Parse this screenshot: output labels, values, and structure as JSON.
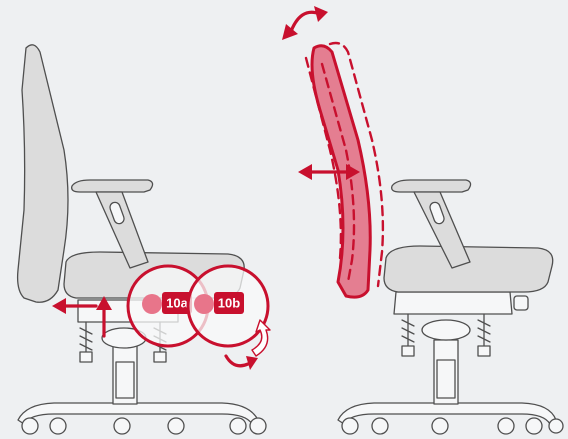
{
  "callouts": [
    {
      "id": "10a",
      "label": "10a"
    },
    {
      "id": "10b",
      "label": "10b"
    }
  ],
  "colors": {
    "accent": "#c8102e",
    "accent_light": "#e8758a",
    "chair_fill": "#dcdcdc",
    "outline": "#4f4f4f",
    "background": "#eef0f2"
  },
  "icons": {
    "left_figure": [
      "seat-depth-arrow-icon",
      "seat-height-arrow-icon",
      "rotate-arrow-icon",
      "rotate-outline-arrow-icon"
    ],
    "right_figure": [
      "backrest-rotate-arrow-icon",
      "backrest-depth-double-arrow-icon"
    ]
  }
}
